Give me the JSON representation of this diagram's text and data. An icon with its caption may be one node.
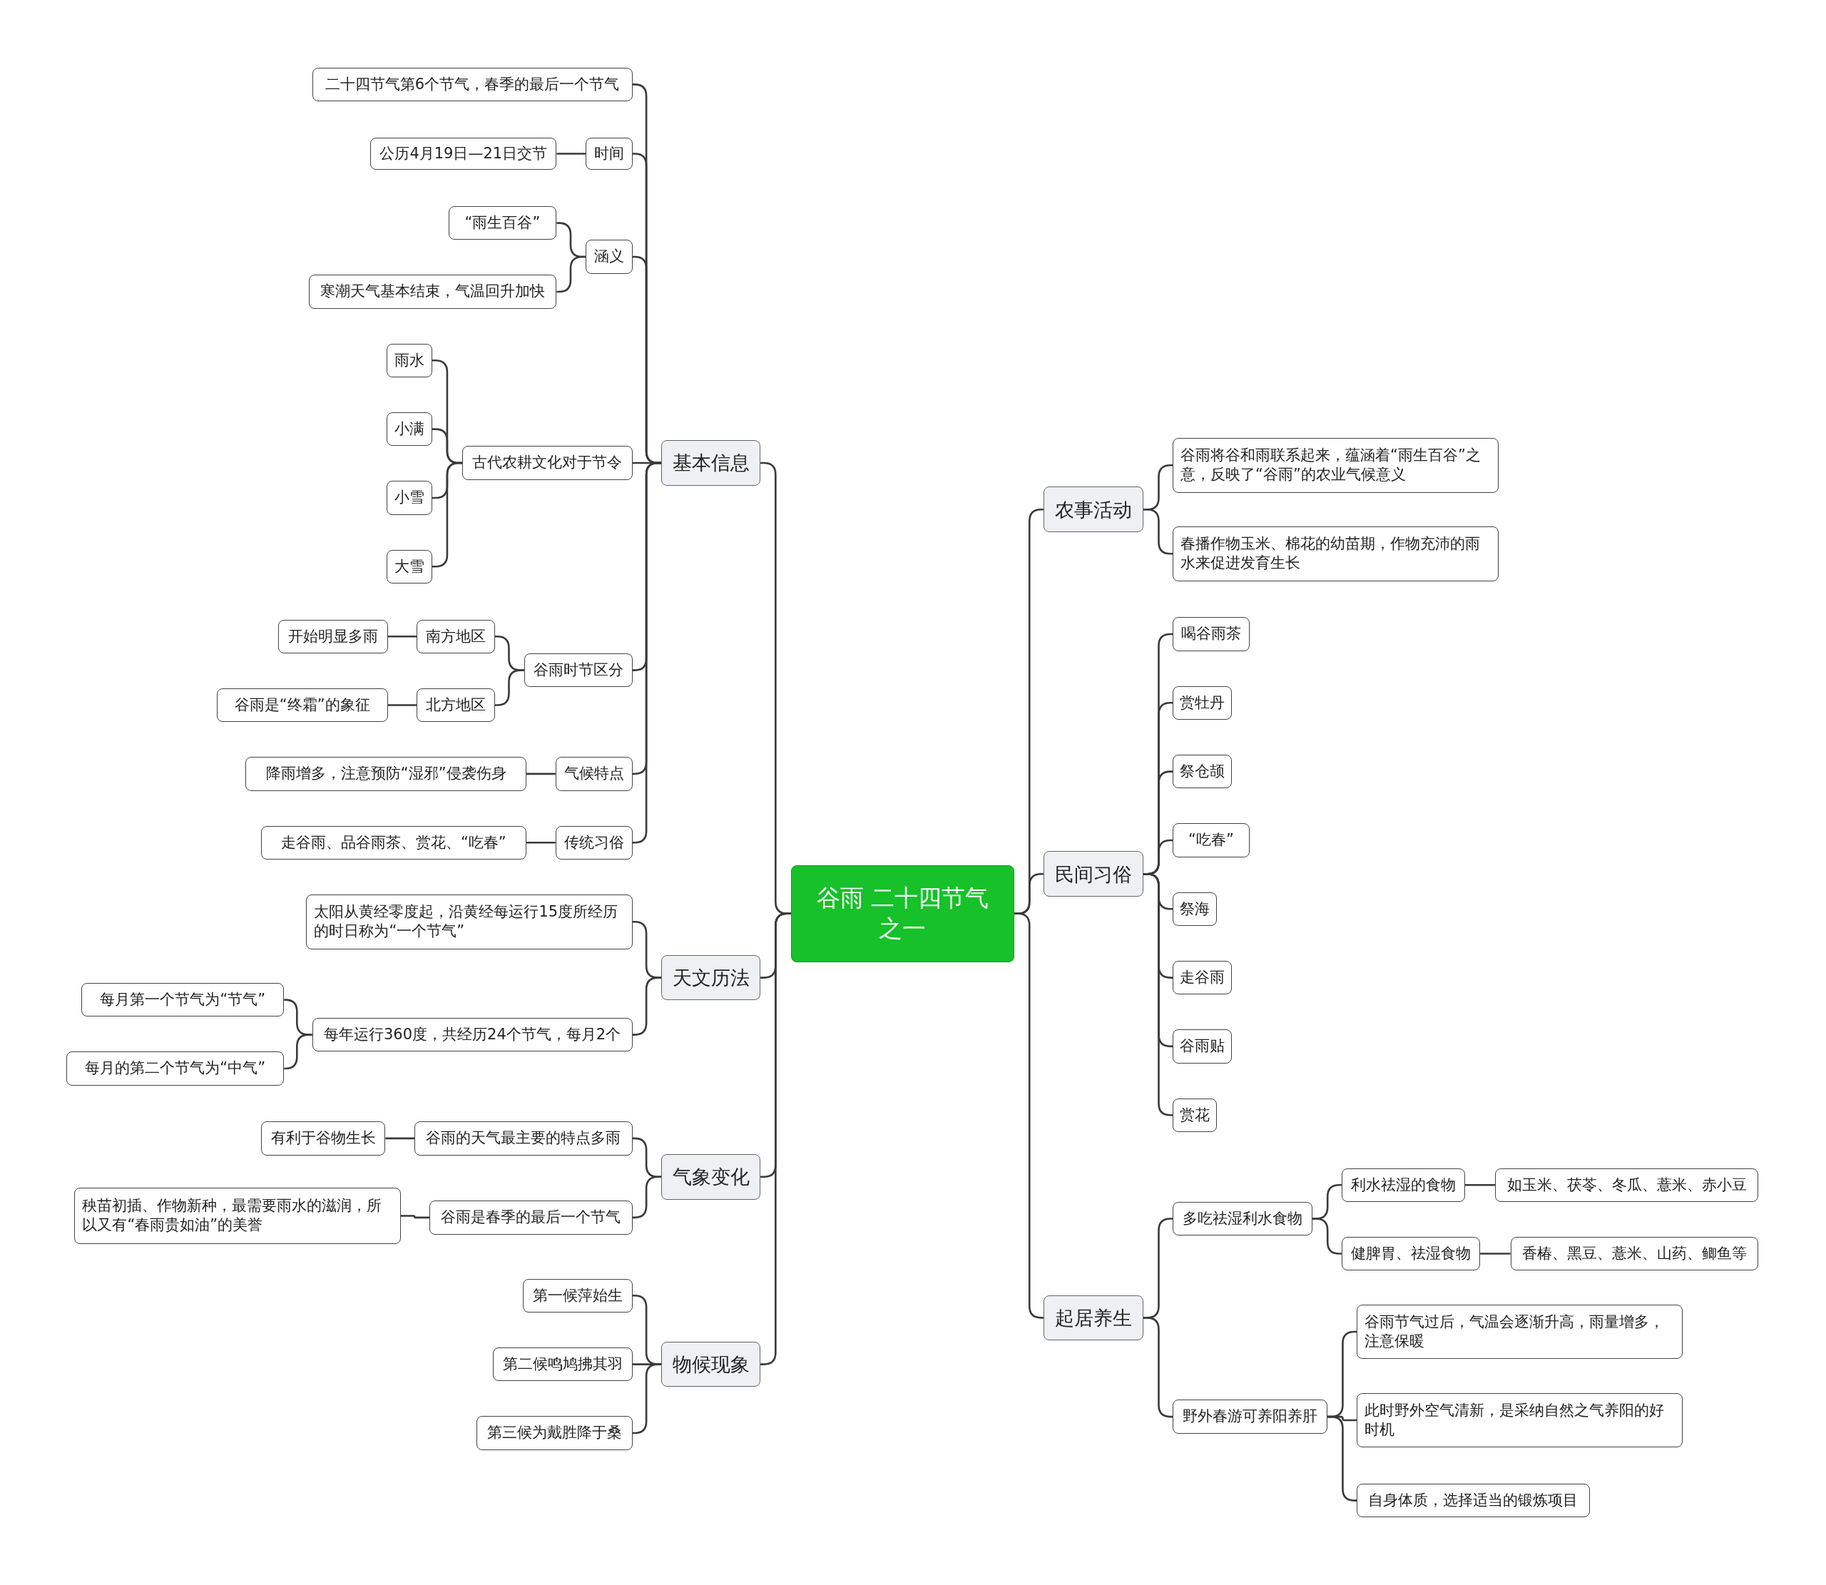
{
  "diagram": {
    "nodes": [
      {
        "text": [
          "谷雨 二十四节气之一"
        ]
      },
      {
        "text": [
          "基本信息"
        ]
      },
      {
        "text": [
          "二十四节气第6个节气，春季的最后一个节气"
        ]
      },
      {
        "text": [
          "时间"
        ]
      },
      {
        "text": [
          "公历4月19日—21日交节"
        ]
      },
      {
        "text": [
          "涵义"
        ]
      },
      {
        "text": [
          "“雨生百谷”"
        ]
      },
      {
        "text": [
          "寒潮天气基本结束，气温回升加快"
        ]
      },
      {
        "text": [
          "古代农耕文化对于节令"
        ]
      },
      {
        "text": [
          "雨水"
        ]
      },
      {
        "text": [
          "小满"
        ]
      },
      {
        "text": [
          "小雪"
        ]
      },
      {
        "text": [
          "大雪"
        ]
      },
      {
        "text": [
          "谷雨时节区分"
        ]
      },
      {
        "text": [
          "南方地区"
        ]
      },
      {
        "text": [
          "开始明显多雨"
        ]
      },
      {
        "text": [
          "北方地区"
        ]
      },
      {
        "text": [
          "谷雨是“终霜”的象征"
        ]
      },
      {
        "text": [
          "气候特点"
        ]
      },
      {
        "text": [
          "降雨增多，注意预防“湿邪”侵袭伤身"
        ]
      },
      {
        "text": [
          "传统习俗"
        ]
      },
      {
        "text": [
          "走谷雨、品谷雨茶、赏花、“吃春”"
        ]
      },
      {
        "text": [
          "天文历法"
        ]
      },
      {
        "text": [
          "太阳从黄经零度起，沿黄经每运行15度所经历的时日称为“一个节气”"
        ]
      },
      {
        "text": [
          "每年运行360度，共经历24个节气，每月2个"
        ]
      },
      {
        "text": [
          "每月第一个节气为“节气”"
        ]
      },
      {
        "text": [
          "每月的第二个节气为“中气”"
        ]
      },
      {
        "text": [
          "气象变化"
        ]
      },
      {
        "text": [
          "谷雨的天气最主要的特点多雨"
        ]
      },
      {
        "text": [
          "有利于谷物生长"
        ]
      },
      {
        "text": [
          "谷雨是春季的最后一个节气"
        ]
      },
      {
        "text": [
          "秧苗初插、作物新种，最需要雨水的滋润，所以又有“春雨贵如油”的美誉"
        ]
      },
      {
        "text": [
          "物候现象"
        ]
      },
      {
        "text": [
          "第一候萍始生"
        ]
      },
      {
        "text": [
          "第二候鸣鸠拂其羽"
        ]
      },
      {
        "text": [
          "第三候为戴胜降于桑"
        ]
      },
      {
        "text": [
          "农事活动"
        ]
      },
      {
        "text": [
          "谷雨将谷和雨联系起来，蕴涵着“雨生百谷”之意，反映了“谷雨”的农业气候意义"
        ]
      },
      {
        "text": [
          "春播作物玉米、棉花的幼苗期，作物充沛的雨水来促进发育生长"
        ]
      },
      {
        "text": [
          "民间习俗"
        ]
      },
      {
        "text": [
          "喝谷雨茶"
        ]
      },
      {
        "text": [
          "赏牡丹"
        ]
      },
      {
        "text": [
          "祭仓颉"
        ]
      },
      {
        "text": [
          "“吃春”"
        ]
      },
      {
        "text": [
          "祭海"
        ]
      },
      {
        "text": [
          "走谷雨"
        ]
      },
      {
        "text": [
          "谷雨贴"
        ]
      },
      {
        "text": [
          "赏花"
        ]
      },
      {
        "text": [
          "起居养生"
        ]
      },
      {
        "text": [
          "多吃祛湿利水食物"
        ]
      },
      {
        "text": [
          "利水祛湿的食物"
        ]
      },
      {
        "text": [
          "如玉米、茯苓、冬瓜、薏米、赤小豆"
        ]
      },
      {
        "text": [
          "健脾胃、祛湿食物"
        ]
      },
      {
        "text": [
          "香椿、黑豆、薏米、山药、鲫鱼等"
        ]
      },
      {
        "text": [
          "野外春游可养阳养肝"
        ]
      },
      {
        "text": [
          "谷雨节气过后，气温会逐渐升高，雨量增多，注意保暖"
        ]
      },
      {
        "text": [
          "此时野外空气清新，是采纳自然之气养阳的好时机"
        ]
      },
      {
        "text": [
          "自身体质，选择适当的锻炼项目"
        ]
      }
    ],
    "edges": [
      {
        "from": 0,
        "to": 1,
        "arrow": "none"
      },
      {
        "from": 0,
        "to": 22,
        "arrow": "none"
      },
      {
        "from": 0,
        "to": 27,
        "arrow": "none"
      },
      {
        "from": 0,
        "to": 32,
        "arrow": "none"
      },
      {
        "from": 0,
        "to": 36,
        "arrow": "none"
      },
      {
        "from": 0,
        "to": 39,
        "arrow": "none"
      },
      {
        "from": 0,
        "to": 48,
        "arrow": "none"
      },
      {
        "from": 1,
        "to": 2,
        "arrow": "none"
      },
      {
        "from": 1,
        "to": 3,
        "arrow": "none"
      },
      {
        "from": 1,
        "to": 5,
        "arrow": "none"
      },
      {
        "from": 1,
        "to": 8,
        "arrow": "none"
      },
      {
        "from": 1,
        "to": 13,
        "arrow": "none"
      },
      {
        "from": 1,
        "to": 18,
        "arrow": "none"
      },
      {
        "from": 1,
        "to": 20,
        "arrow": "none"
      },
      {
        "from": 3,
        "to": 4,
        "arrow": "none"
      },
      {
        "from": 5,
        "to": 6,
        "arrow": "none"
      },
      {
        "from": 5,
        "to": 7,
        "arrow": "none"
      },
      {
        "from": 8,
        "to": 9,
        "arrow": "none"
      },
      {
        "from": 8,
        "to": 10,
        "arrow": "none"
      },
      {
        "from": 8,
        "to": 11,
        "arrow": "none"
      },
      {
        "from": 8,
        "to": 12,
        "arrow": "none"
      },
      {
        "from": 13,
        "to": 14,
        "arrow": "none"
      },
      {
        "from": 13,
        "to": 16,
        "arrow": "none"
      },
      {
        "from": 14,
        "to": 15,
        "arrow": "none"
      },
      {
        "from": 16,
        "to": 17,
        "arrow": "none"
      },
      {
        "from": 18,
        "to": 19,
        "arrow": "none"
      },
      {
        "from": 20,
        "to": 21,
        "arrow": "none"
      },
      {
        "from": 22,
        "to": 23,
        "arrow": "none"
      },
      {
        "from": 22,
        "to": 24,
        "arrow": "none"
      },
      {
        "from": 24,
        "to": 25,
        "arrow": "none"
      },
      {
        "from": 24,
        "to": 26,
        "arrow": "none"
      },
      {
        "from": 27,
        "to": 28,
        "arrow": "none"
      },
      {
        "from": 27,
        "to": 30,
        "arrow": "none"
      },
      {
        "from": 28,
        "to": 29,
        "arrow": "none"
      },
      {
        "from": 30,
        "to": 31,
        "arrow": "none"
      },
      {
        "from": 32,
        "to": 33,
        "arrow": "none"
      },
      {
        "from": 32,
        "to": 34,
        "arrow": "none"
      },
      {
        "from": 32,
        "to": 35,
        "arrow": "none"
      },
      {
        "from": 36,
        "to": 37,
        "arrow": "none"
      },
      {
        "from": 36,
        "to": 38,
        "arrow": "none"
      },
      {
        "from": 39,
        "to": 40,
        "arrow": "none"
      },
      {
        "from": 39,
        "to": 41,
        "arrow": "none"
      },
      {
        "from": 39,
        "to": 42,
        "arrow": "none"
      },
      {
        "from": 39,
        "to": 43,
        "arrow": "none"
      },
      {
        "from": 39,
        "to": 44,
        "arrow": "none"
      },
      {
        "from": 39,
        "to": 45,
        "arrow": "none"
      },
      {
        "from": 39,
        "to": 46,
        "arrow": "none"
      },
      {
        "from": 39,
        "to": 47,
        "arrow": "none"
      },
      {
        "from": 48,
        "to": 49,
        "arrow": "none"
      },
      {
        "from": 48,
        "to": 54,
        "arrow": "none"
      },
      {
        "from": 49,
        "to": 50,
        "arrow": "none"
      },
      {
        "from": 49,
        "to": 52,
        "arrow": "none"
      },
      {
        "from": 50,
        "to": 51,
        "arrow": "none"
      },
      {
        "from": 52,
        "to": 53,
        "arrow": "none"
      },
      {
        "from": 54,
        "to": 55,
        "arrow": "none"
      },
      {
        "from": 54,
        "to": 56,
        "arrow": "none"
      },
      {
        "from": 54,
        "to": 57,
        "arrow": "none"
      }
    ]
  }
}
